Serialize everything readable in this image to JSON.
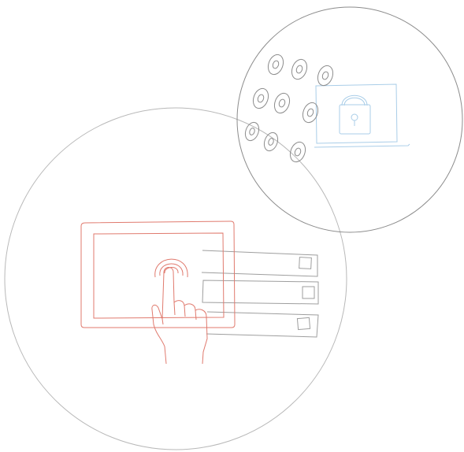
{
  "illustration": {
    "large_circle": {
      "icon": "circle-outline"
    },
    "small_circle": {
      "icon": "circle-outline"
    },
    "touch_panel": {
      "icon": "tablet-touch-icon"
    },
    "hand": {
      "icon": "pointing-hand-icon"
    },
    "list_bars": {
      "icon": "sliding-list-bars-icon",
      "count": 3
    },
    "discs": {
      "icon": "disc-cluster-icon",
      "count": 9
    },
    "lock_screen": {
      "icon": "padlock-monitor-icon"
    }
  },
  "colors": {
    "outline_gray": "#9e9e9e",
    "thin_gray": "#b8b8b8",
    "accent_red": "#e07a6e",
    "accent_blue": "#a9cde8",
    "background": "#ffffff"
  }
}
